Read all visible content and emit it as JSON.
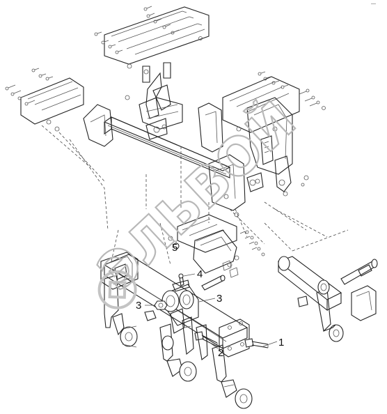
{
  "watermark": {
    "text": "ЭЛЬВОЙ"
  },
  "top_label": "—",
  "callouts": [
    {
      "id": "1",
      "label": "1"
    },
    {
      "id": "2",
      "label": "2"
    },
    {
      "id": "3a",
      "label": "3"
    },
    {
      "id": "3b",
      "label": "3"
    },
    {
      "id": "4",
      "label": "4"
    },
    {
      "id": "5",
      "label": "5"
    }
  ],
  "colors": {
    "line": "#222222",
    "watermark": "#b8b8b8",
    "background": "#ffffff"
  }
}
